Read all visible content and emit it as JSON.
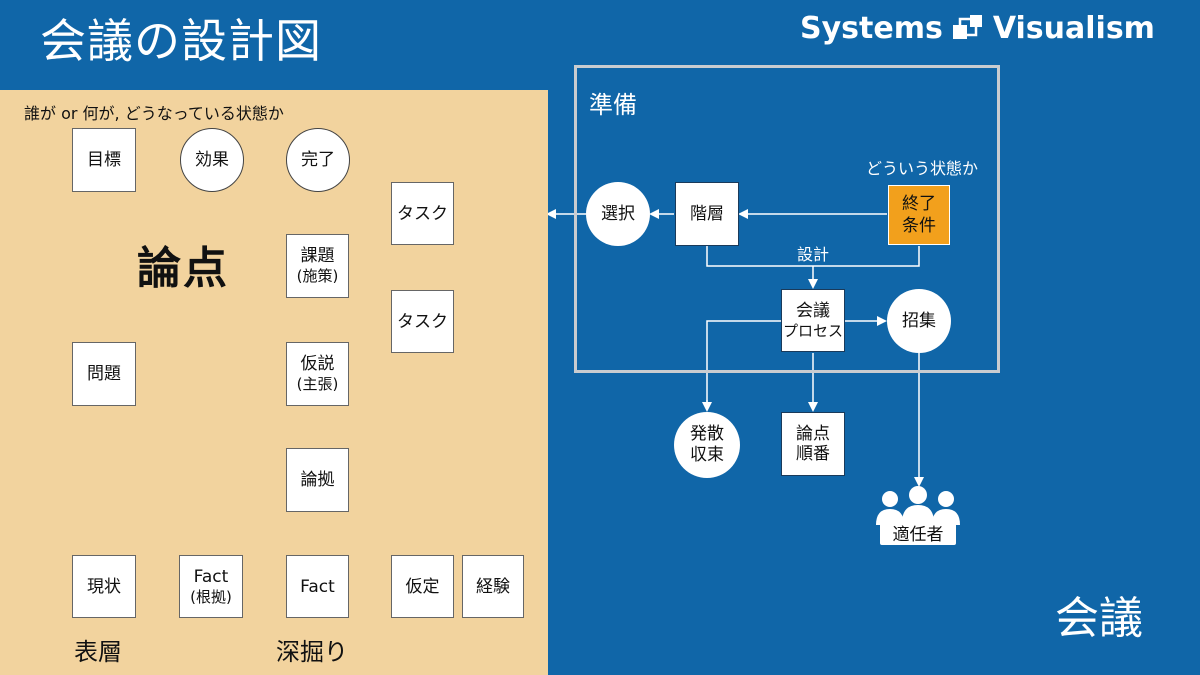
{
  "header": {
    "title": "会議の設計図",
    "brand_left": "Systems",
    "brand_right": "Visualism"
  },
  "left": {
    "subtitle": "誰が or 何が, どうなっている状態か",
    "big_label": "論点",
    "bottom_left_label": "表層",
    "bottom_mid_label": "深掘り",
    "nodes": {
      "goal": "目標",
      "effect": "効果",
      "complete": "完了",
      "issue_line1": "課題",
      "issue_line2": "(施策)",
      "task1": "タスク",
      "task2": "タスク",
      "problem": "問題",
      "hypothesis_line1": "仮説",
      "hypothesis_line2": "(主張)",
      "grounds": "論拠",
      "current": "現状",
      "fact1_line1": "Fact",
      "fact1_line2": "(根拠)",
      "fact2": "Fact",
      "assumption": "仮定",
      "experience": "経験"
    }
  },
  "right": {
    "prep_label": "準備",
    "state_label": "どういう状態か",
    "design_label": "設計",
    "meeting_label": "会議",
    "nodes": {
      "select": "選択",
      "hierarchy": "階層",
      "end_line1": "終了",
      "end_line2": "条件",
      "process_line1": "会議",
      "process_line2": "プロセス",
      "recruit": "招集",
      "diverge_line1": "発散",
      "diverge_line2": "収束",
      "order_line1": "論点",
      "order_line2": "順番",
      "participants": "適任者"
    }
  },
  "colors": {
    "background_blue": "#1066a8",
    "left_panel": "#f2d39e",
    "highlight_orange": "#f2a01c",
    "gray_arrow": "#8a8a8a",
    "frame_gray": "#c9ccd0"
  }
}
